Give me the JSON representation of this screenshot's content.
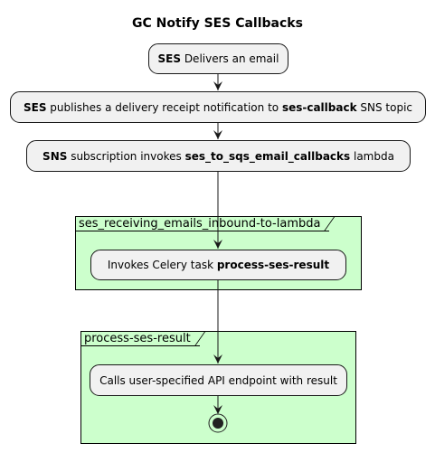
{
  "title": "GC Notify SES Callbacks",
  "steps": [
    {
      "bold": "SES",
      "text": " Delivers an email"
    },
    {
      "bold": "SES",
      "text": " publishes a delivery receipt notification to ",
      "bold2": "ses-callback",
      "text2": " SNS topic"
    },
    {
      "bold": "SNS",
      "text": " subscription invokes ",
      "bold2": "ses_to_sqs_email_callbacks",
      "text2": " lambda"
    }
  ],
  "frames": [
    {
      "label": "ses_receiving_emails_inbound-to-lambda",
      "step": {
        "text": "Invokes Celery task ",
        "bold": "process-ses-result"
      }
    },
    {
      "label": "process-ses-result",
      "step": {
        "text": "Calls user-specified API endpoint with result"
      }
    }
  ],
  "colors": {
    "frame_fill": "#ccffcc",
    "node_fill": "#f1f1f1",
    "line": "#181818"
  }
}
